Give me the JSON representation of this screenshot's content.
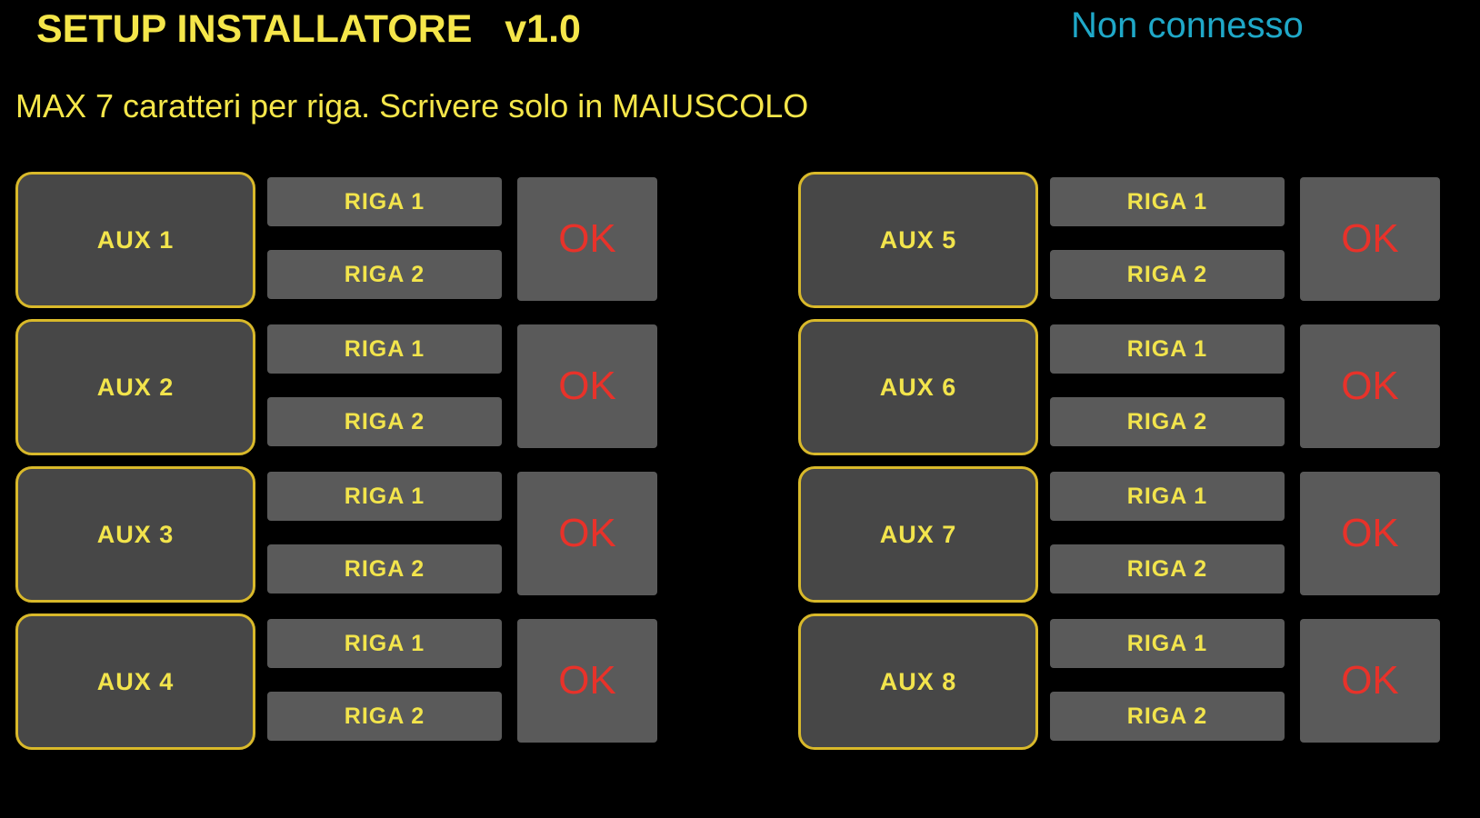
{
  "header": {
    "title": "SETUP INSTALLATORE   v1.0",
    "status": "Non connesso"
  },
  "hint": "MAX 7 caratteri per riga. Scrivere solo in MAIUSCOLO",
  "groups": [
    {
      "aux": "AUX 1",
      "riga1": "RIGA 1",
      "riga2": "RIGA 2",
      "ok": "OK"
    },
    {
      "aux": "AUX 2",
      "riga1": "RIGA 1",
      "riga2": "RIGA 2",
      "ok": "OK"
    },
    {
      "aux": "AUX 3",
      "riga1": "RIGA 1",
      "riga2": "RIGA 2",
      "ok": "OK"
    },
    {
      "aux": "AUX 4",
      "riga1": "RIGA 1",
      "riga2": "RIGA 2",
      "ok": "OK"
    },
    {
      "aux": "AUX 5",
      "riga1": "RIGA 1",
      "riga2": "RIGA 2",
      "ok": "OK"
    },
    {
      "aux": "AUX 6",
      "riga1": "RIGA 1",
      "riga2": "RIGA 2",
      "ok": "OK"
    },
    {
      "aux": "AUX 7",
      "riga1": "RIGA 1",
      "riga2": "RIGA 2",
      "ok": "OK"
    },
    {
      "aux": "AUX 8",
      "riga1": "RIGA 1",
      "riga2": "RIGA 2",
      "ok": "OK"
    }
  ],
  "colors": {
    "accent": "#f5e64a",
    "ok": "#e8322a",
    "status": "#1fa8c8",
    "panel": "#5a5a5a"
  }
}
